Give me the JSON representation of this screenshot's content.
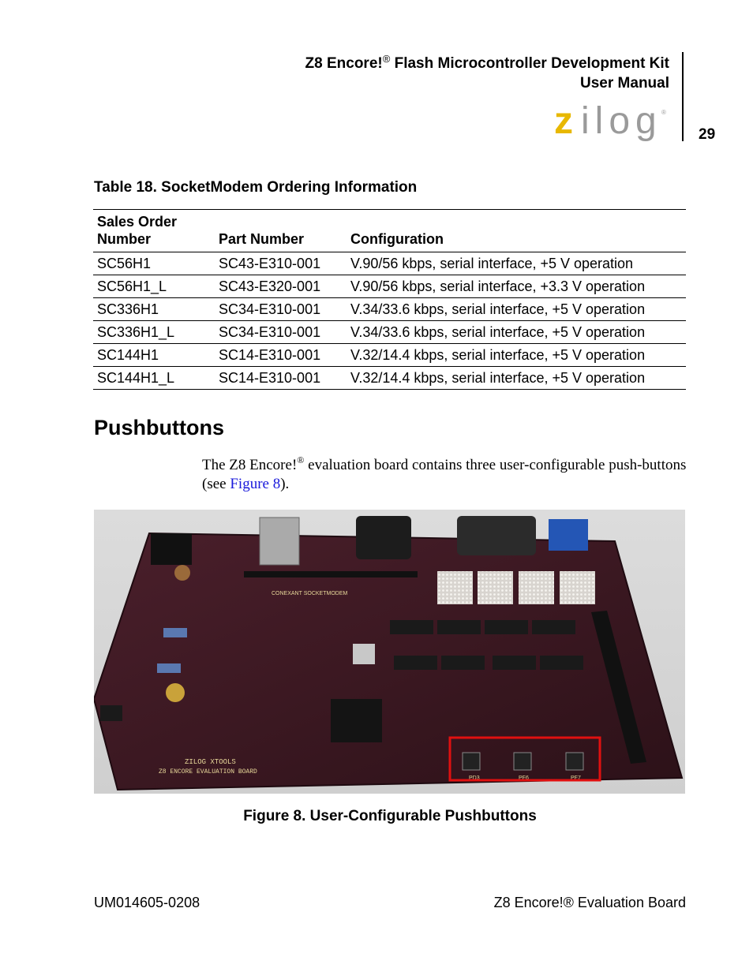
{
  "header": {
    "title_line1_a": "Z8 Encore!",
    "title_line1_reg": "®",
    "title_line1_b": " Flash Microcontroller Development Kit",
    "title_line2": "User Manual",
    "page_number": "29",
    "logo_text": "zilog"
  },
  "table": {
    "caption": "Table 18. SocketModem Ordering Information",
    "headers": [
      "Sales Order Number",
      "Part Number",
      "Configuration"
    ],
    "rows": [
      [
        "SC56H1",
        "SC43-E310-001",
        "V.90/56 kbps, serial interface, +5 V operation"
      ],
      [
        "SC56H1_L",
        "SC43-E320-001",
        "V.90/56 kbps, serial interface, +3.3 V operation"
      ],
      [
        "SC336H1",
        "SC34-E310-001",
        "V.34/33.6 kbps, serial interface, +5 V operation"
      ],
      [
        "SC336H1_L",
        "SC34-E310-001",
        "V.34/33.6 kbps, serial interface, +5 V operation"
      ],
      [
        "SC144H1",
        "SC14-E310-001",
        "V.32/14.4 kbps, serial interface, +5 V operation"
      ],
      [
        "SC144H1_L",
        "SC14-E310-001",
        "V.32/14.4 kbps, serial interface, +5 V operation"
      ]
    ]
  },
  "section": {
    "heading": "Pushbuttons",
    "para_a": "The Z8 Encore!",
    "para_reg": "®",
    "para_b": " evaluation board contains three user-configurable push-buttons (see ",
    "para_link": "Figure 8",
    "para_c": ")."
  },
  "figure": {
    "caption": "Figure 8.  User-Configurable Pushbuttons",
    "board_labels": {
      "modem": "CONEXANT SOCKETMODEM",
      "title1": "ZILOG XTOOLS",
      "title2": "Z8 ENCORE EVALUATION BOARD",
      "button_labels": [
        "PD3",
        "PF6",
        "PF7"
      ]
    },
    "highlight_color": "#e01010",
    "board_color": "#3a1822"
  },
  "footer": {
    "doc_number": "UM014605-0208",
    "doc_title": "Z8 Encore!® Evaluation Board"
  }
}
